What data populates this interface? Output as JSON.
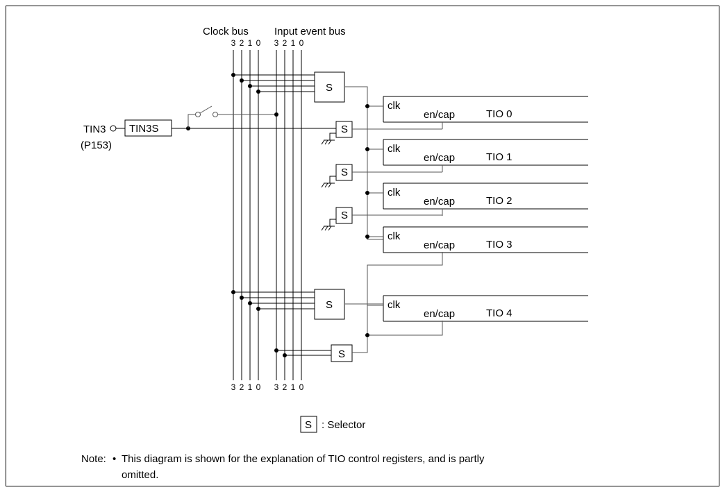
{
  "buses": {
    "clock_label": "Clock bus",
    "input_event_label": "Input event bus",
    "bit_labels": [
      "3",
      "2",
      "1",
      "0"
    ]
  },
  "input": {
    "pin_label": "TIN3",
    "port_label": "(P153)",
    "filter_label": "TIN3S"
  },
  "selector_label": "S",
  "timer": {
    "clk_label": "clk",
    "en_cap_label": "en/cap",
    "names": [
      "TIO 0",
      "TIO 1",
      "TIO 2",
      "TIO 3",
      "TIO 4"
    ]
  },
  "legend": {
    "symbol": "S",
    "text": ": Selector"
  },
  "note": {
    "prefix": "Note:",
    "bullet": "•",
    "line1": "This diagram is shown for the explanation of TIO control registers, and is partly",
    "line2": "omitted."
  }
}
